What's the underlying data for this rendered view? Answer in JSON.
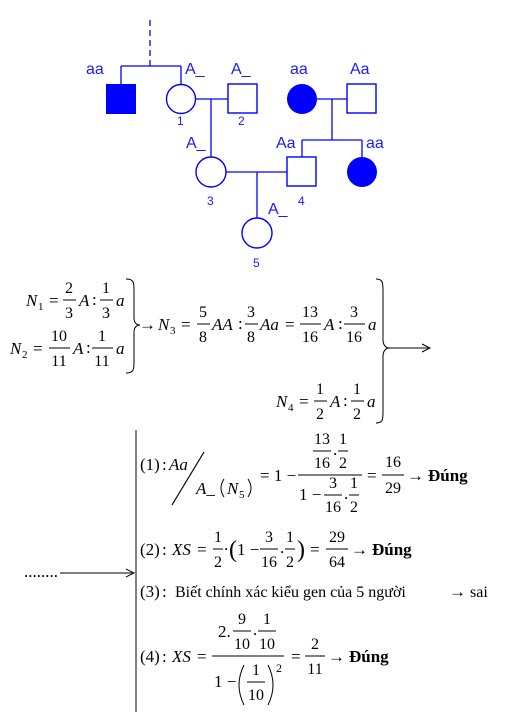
{
  "pedigree": {
    "colors": {
      "affected": "#0000ff",
      "line": "#0000ff",
      "label": "#1a1aff"
    },
    "genotype_labels": {
      "gen1_male_left": "aa",
      "person1": "A_",
      "person2": "A_",
      "gen1_female_right": "aa",
      "gen1_male_right": "Aa",
      "person3": "A_",
      "person4": "Aa",
      "gen2_female_right": "aa",
      "person5": "A_"
    },
    "numbers": {
      "p1": "1",
      "p2": "2",
      "p3": "3",
      "p4": "4",
      "p5": "5"
    }
  },
  "calc": {
    "n1": {
      "name": "N",
      "sub": "1",
      "eq": "=",
      "f1_num": "2",
      "f1_den": "3",
      "allele1": "A",
      "sep": ":",
      "f2_num": "1",
      "f2_den": "3",
      "allele2": "a"
    },
    "n2": {
      "name": "N",
      "sub": "2",
      "eq": "=",
      "f1_num": "10",
      "f1_den": "11",
      "allele1": "A",
      "sep": ":",
      "f2_num": "1",
      "f2_den": "11",
      "allele2": "a"
    },
    "n3": {
      "arrow": "→",
      "name": "N",
      "sub": "3",
      "eq": "=",
      "f1_num": "5",
      "f1_den": "8",
      "g1": "AA",
      "sep1": ":",
      "f2_num": "3",
      "f2_den": "8",
      "g2": "Aa",
      "eq2": "=",
      "f3_num": "13",
      "f3_den": "16",
      "g3": "A",
      "sep2": ":",
      "f4_num": "3",
      "f4_den": "16",
      "g4": "a"
    },
    "n4": {
      "name": "N",
      "sub": "4",
      "eq": "=",
      "f1_num": "1",
      "f1_den": "2",
      "allele1": "A",
      "sep": ":",
      "f2_num": "1",
      "f2_den": "2",
      "allele2": "a"
    },
    "dots": "........",
    "s1": {
      "label": "(1)",
      "colon": ":",
      "top": "Aa",
      "bottom_a": "A_",
      "bottom_n": "N",
      "bottom_sub": "5",
      "eq1": "= 1 −",
      "num_a": "13",
      "num_b": "16",
      "num_dot": ".",
      "num_c": "1",
      "num_d": "2",
      "den_pre": "1 −",
      "den_a": "3",
      "den_b": "16",
      "den_dot": ".",
      "den_c": "1",
      "den_d": "2",
      "eq2": "=",
      "res_num": "16",
      "res_den": "29",
      "arrow": "→",
      "verdict": "Đúng"
    },
    "s2": {
      "label": "(2)",
      "colon": ":",
      "xs": "XS",
      "eq": "=",
      "half_num": "1",
      "half_den": "2",
      "paren_open": "(",
      "one_minus": "1 −",
      "a_num": "3",
      "a_den": "16",
      "dot": ".",
      "b_num": "1",
      "b_den": "2",
      "paren_close": ")",
      "eq2": "=",
      "res_num": "29",
      "res_den": "64",
      "arrow": "→",
      "verdict": "Đúng"
    },
    "s3": {
      "label": "(3)",
      "colon": ":",
      "text": "Biết chính xác kiểu gen của 5 người",
      "arrow": "→",
      "verdict": "sai"
    },
    "s4": {
      "label": "(4)",
      "colon": ":",
      "xs": "XS",
      "eq": "=",
      "num_pre": "2.",
      "num_a": "9",
      "num_b": "10",
      "num_dot": ".",
      "num_c": "1",
      "num_d": "10",
      "den_pre": "1 −",
      "den_a": "1",
      "den_b": "10",
      "den_exp": "2",
      "eq2": "=",
      "res_num": "2",
      "res_den": "11",
      "arrow": "→",
      "verdict": "Đúng"
    }
  }
}
